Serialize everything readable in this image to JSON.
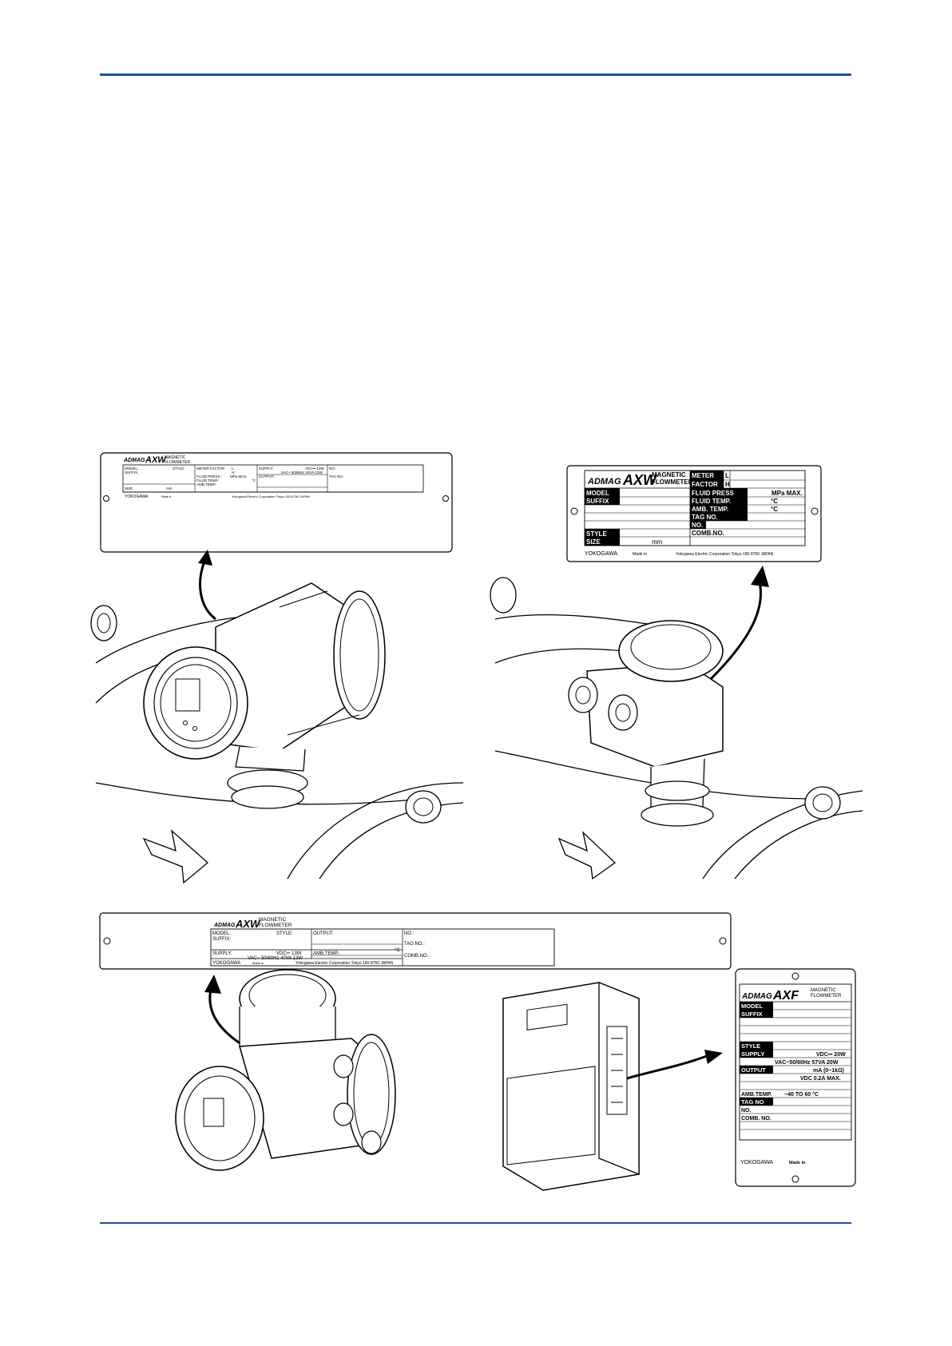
{
  "brand": {
    "admag": "ADMAG",
    "axw": "AXW",
    "axf": "AXF",
    "magnetic": "MAGNETIC",
    "flowmeter": "FLOWMETER",
    "yokogawa": "YOKOGAWA",
    "made_in": "Made in",
    "corp": "Yokogawa Electric Corporation  Tokyo 180-8750 JAPAN"
  },
  "plate1": {
    "model": "MODEL:",
    "suffix": "SUFFIX:",
    "style": "STYLE:",
    "size": "SIZE:",
    "mm": "mm",
    "meter_factor": "METER FACTOR",
    "l": "L:",
    "h": "H:",
    "fluid_press": "FLUID PRESS.:",
    "mpa_max": "MPa MAX.",
    "fluid_temp": "FLUID TEMP.:",
    "amb_temp": "AMB.TEMP.:",
    "degc": "°C",
    "supply": "SUPPLY:",
    "vdc": "VDC⎓ 13W",
    "vac": "VAC~ 50/60Hz 40VA 13W",
    "output": "OUTPUT:",
    "no": "NO.:",
    "tag_no": "TAG NO.:"
  },
  "plate2": {
    "meter": "METER",
    "factor": "FACTOR",
    "l": "L",
    "h": "H",
    "model": "MODEL",
    "suffix": "SUFFIX",
    "fluid_press": "FLUID PRESS",
    "mpa_max": "MPa MAX.",
    "fluid_temp": "FLUID TEMP.",
    "amb_temp": "AMB. TEMP.",
    "degc": "°C",
    "tag_no": "TAG NO.",
    "no": "NO.",
    "style": "STYLE",
    "comb_no": "COMB.NO.",
    "size": "SIZE",
    "mm": "mm"
  },
  "plate3": {
    "model": "MODEL:",
    "suffix": "SUFFIX:",
    "style": "STYLE:",
    "output": "OUTPUT:",
    "no": "NO.:",
    "tag_no": "TAG NO.:",
    "supply": "SUPPLY:",
    "vdc": "VDC⎓ 13W",
    "vac": "VAC~ 50/60Hz 40VA 13W",
    "amb_temp": "AMB.TEMP.:",
    "degc": "°C",
    "comb_no": "COMB.NO.:"
  },
  "plate4": {
    "model": "MODEL",
    "suffix": "SUFFIX",
    "style": "STYLE",
    "supply": "SUPPLY",
    "vdc": "VDC⎓  20W",
    "vac": "VAC~50/60Hz  57VA  20W",
    "output": "OUTPUT",
    "ma": "mA (0~1kΩ)",
    "vdc_out": "VDC  0.2A  MAX.",
    "amb_temp": "AMB.TEMP.",
    "temp_range": "−40   TO   60  °C",
    "tag_no": "TAG  NO",
    "no": "NO.",
    "comb_no": "COMB. NO."
  }
}
